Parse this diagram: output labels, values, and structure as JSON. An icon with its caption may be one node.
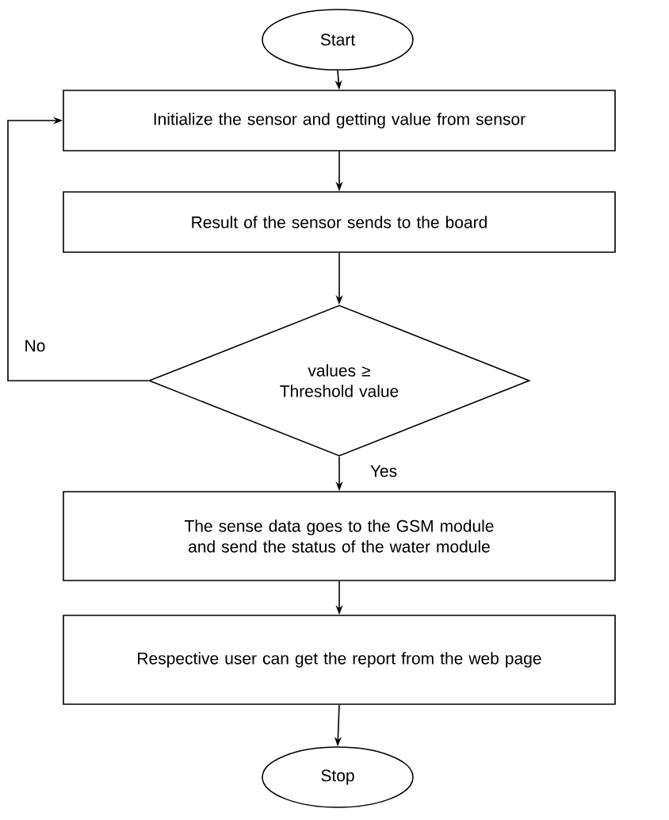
{
  "diagram": {
    "nodes": [
      {
        "text": [
          "Start"
        ]
      },
      {
        "text": [
          "Initialize the sensor and getting value from sensor"
        ]
      },
      {
        "text": [
          "Result of the sensor sends to the board"
        ]
      },
      {
        "text": [
          "values ≥ Threshold value"
        ]
      },
      {
        "text": [
          "The sense data goes to the GSM module and send the status of the water module"
        ]
      },
      {
        "text": [
          "Respective user can get the report from the web page"
        ]
      },
      {
        "text": [
          "Stop"
        ]
      }
    ],
    "edges": [
      {
        "from": 0,
        "to": 1,
        "arrow": "to"
      },
      {
        "from": 1,
        "to": 2,
        "arrow": "to"
      },
      {
        "from": 2,
        "to": 3,
        "arrow": "to"
      },
      {
        "from": 3,
        "to": 4,
        "arrow": "to",
        "label": "Yes"
      },
      {
        "from": 3,
        "to": 1,
        "arrow": "to",
        "label": "No"
      },
      {
        "from": 4,
        "to": 5,
        "arrow": "to"
      },
      {
        "from": 5,
        "to": 6,
        "arrow": "to"
      }
    ]
  }
}
